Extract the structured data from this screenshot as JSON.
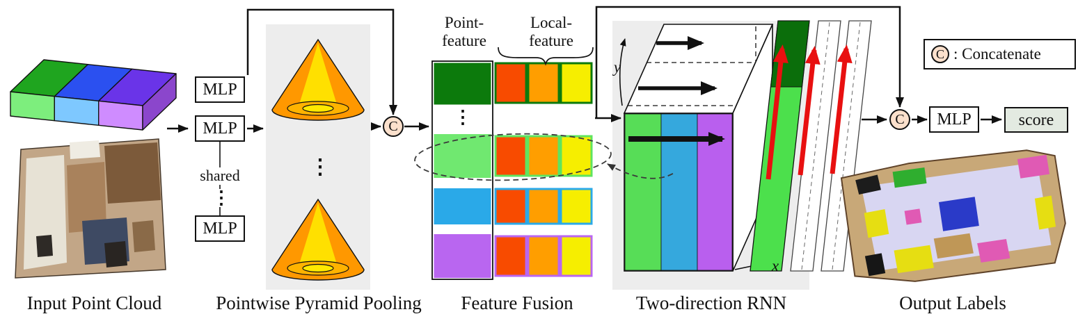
{
  "figure": {
    "captions": {
      "input": "Input Point Cloud",
      "pooling": "Pointwise Pyramid Pooling",
      "fusion": "Feature Fusion",
      "rnn": "Two-direction RNN",
      "output": "Output Labels"
    },
    "mlp_stack": {
      "box1": "MLP",
      "box2": "MLP",
      "box3": "MLP",
      "shared": "shared",
      "dots": "⋮"
    },
    "pooling": {
      "dots": "⋮"
    },
    "fusion": {
      "point_feature_label_line1": "Point-",
      "point_feature_label_line2": "feature",
      "local_feature_label_line1": "Local-",
      "local_feature_label_line2": "feature",
      "dots": "⋮"
    },
    "rnn": {
      "axis_x": "x",
      "axis_y": "y"
    },
    "concat_symbol": "C",
    "legend": {
      "symbol": "C",
      "label": ": Concatenate"
    },
    "output_head": {
      "mlp": "MLP",
      "score": "score"
    },
    "palette": {
      "panel_gray": "#ededed",
      "concat_fill": "#fbe0cc",
      "cone_orange": "#ff9800",
      "cone_yellow": "#ffe000",
      "point_feature_colors": [
        "#0c7a0c",
        "#70e870",
        "#2aa9e8",
        "#b966f0"
      ],
      "local_feature_fills": [
        "#f84b00",
        "#ff9e00",
        "#f6ee00"
      ],
      "rnn_slab_colors": [
        "#57dd57",
        "#35a8dd",
        "#b95fee"
      ],
      "rnn_top_green": "#0b6e0b",
      "rnn_output_green": "#4ce04c",
      "red_arrow": "#e81010",
      "score_fill": "#e3eae1"
    }
  }
}
